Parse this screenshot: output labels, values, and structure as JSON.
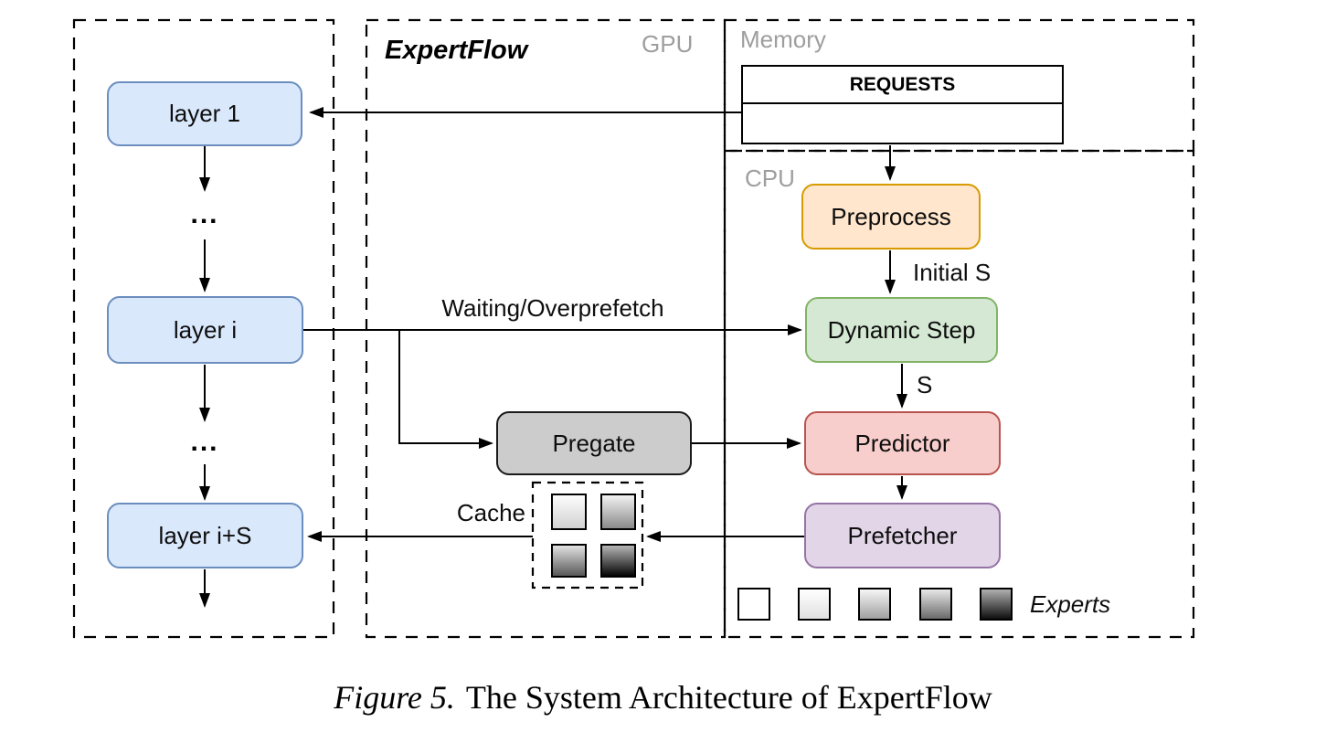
{
  "figure": {
    "title": "ExpertFlow",
    "regions": {
      "gpu": "GPU",
      "memory": "Memory",
      "cpu": "CPU"
    },
    "requests": {
      "header": "REQUESTS"
    },
    "layers": [
      {
        "label": "layer 1"
      },
      {
        "label": "layer i"
      },
      {
        "label": "layer i+S"
      }
    ],
    "ellipsis": "...",
    "nodes": {
      "preprocess": "Preprocess",
      "dynamic_step": "Dynamic Step",
      "predictor": "Predictor",
      "prefetcher": "Prefetcher",
      "pregate": "Pregate"
    },
    "labels": {
      "cache": "Cache",
      "experts": "Experts",
      "waiting_overprefetch": "Waiting/Overprefetch",
      "initial_s": "Initial S",
      "s": "S"
    },
    "cache_block_count": 4,
    "expert_block_count": 5,
    "colors": {
      "layer_fill": "#dae8fc",
      "layer_border": "#6c8ebf",
      "preprocess_fill": "#ffe6cc",
      "preprocess_border": "#d79b00",
      "dynamic_step_fill": "#d5e8d4",
      "dynamic_step_border": "#82b366",
      "predictor_fill": "#f8cecc",
      "predictor_border": "#b85450",
      "prefetcher_fill": "#e1d5e7",
      "prefetcher_border": "#9673a6",
      "pregate_fill": "#cccccc",
      "pregate_border": "#1a1a1a",
      "region_label": "#9e9e9e",
      "line": "#000000"
    }
  },
  "caption": {
    "label": "Figure 5.",
    "text": "The System Architecture of ExpertFlow"
  }
}
